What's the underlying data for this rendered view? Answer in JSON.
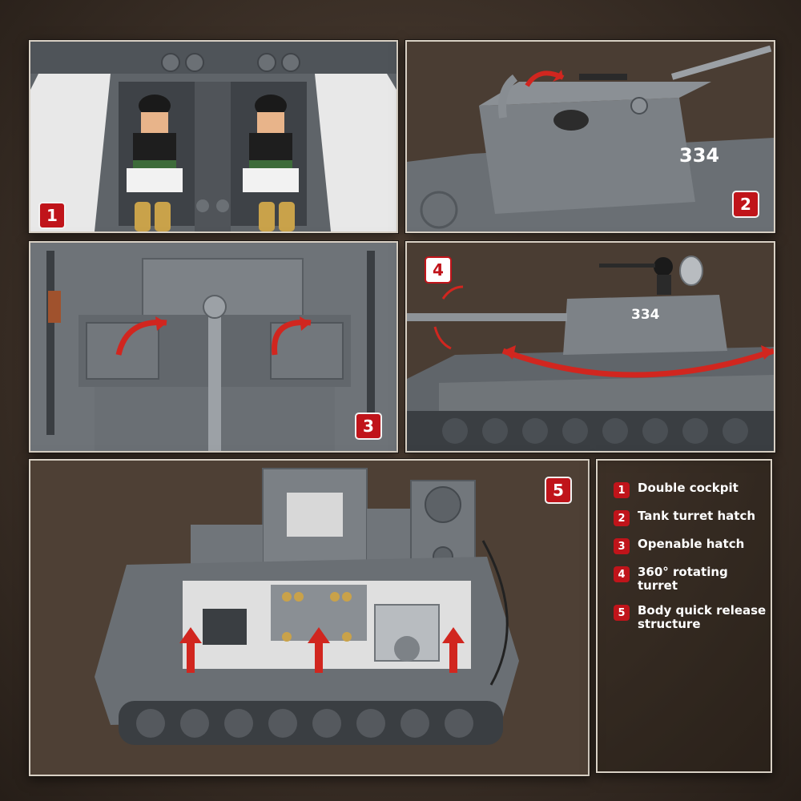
{
  "panels": [
    {
      "id": 1,
      "badge": "1"
    },
    {
      "id": 2,
      "badge": "2",
      "hull_number": "334"
    },
    {
      "id": 3,
      "badge": "3"
    },
    {
      "id": 4,
      "badge": "4",
      "hull_number": "334"
    },
    {
      "id": 5,
      "badge": "5"
    }
  ],
  "legend": [
    {
      "num": "1",
      "text": "Double cockpit"
    },
    {
      "num": "2",
      "text": "Tank turret hatch"
    },
    {
      "num": "3",
      "text": "Openable hatch"
    },
    {
      "num": "4",
      "text": "360° rotating turret"
    },
    {
      "num": "5",
      "text": "Body quick release structure"
    }
  ],
  "colors": {
    "badge_red": "#c0141a",
    "arrow_red": "#d1261f",
    "brick_grey": "#6e7276",
    "background": "#3d3128"
  }
}
